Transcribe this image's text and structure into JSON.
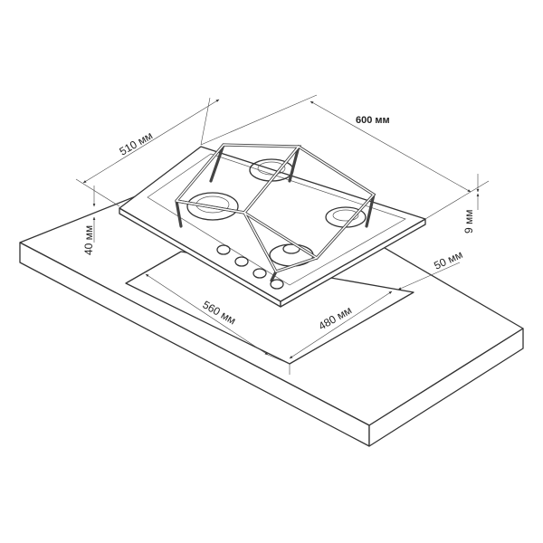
{
  "dimensions": {
    "hob_width": "600 мм",
    "hob_depth": "510 мм",
    "countertop_thickness": "40 мм",
    "hob_height": "9 мм",
    "rear_clearance": "50 мм",
    "cutout_width": "560 мм",
    "cutout_depth": "480 мм"
  },
  "appliance": {
    "burners": 4,
    "knobs": 4
  }
}
